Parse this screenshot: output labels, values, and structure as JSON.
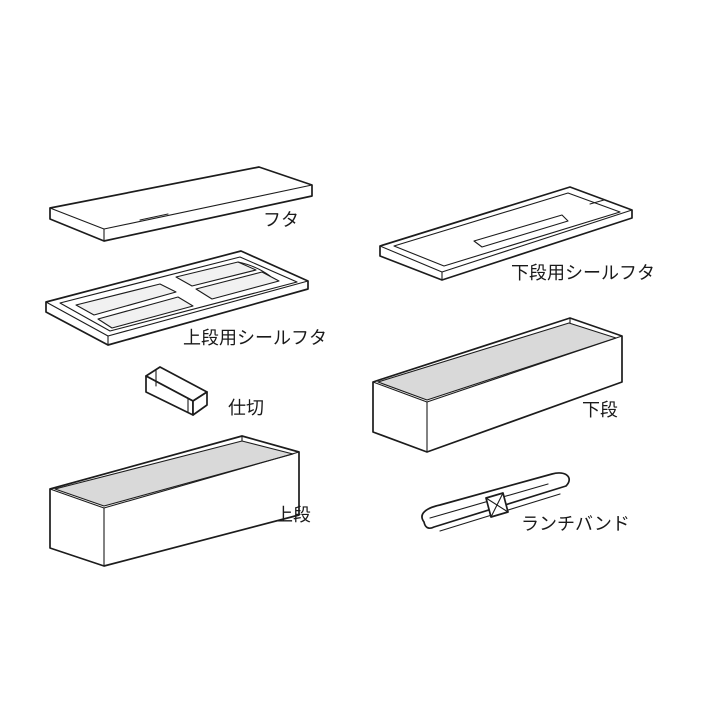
{
  "labels": {
    "lid": "フタ",
    "lower_seal_lid": "下段用シールフタ",
    "upper_seal_lid": "上段用シールフタ",
    "divider": "仕切",
    "lower_tier": "下段",
    "upper_tier": "上段",
    "lunch_band": "ランチバンド"
  },
  "colors": {
    "outline": "#1c1c1c",
    "fill": "#ffffff",
    "shade": "#d9d9d9"
  }
}
